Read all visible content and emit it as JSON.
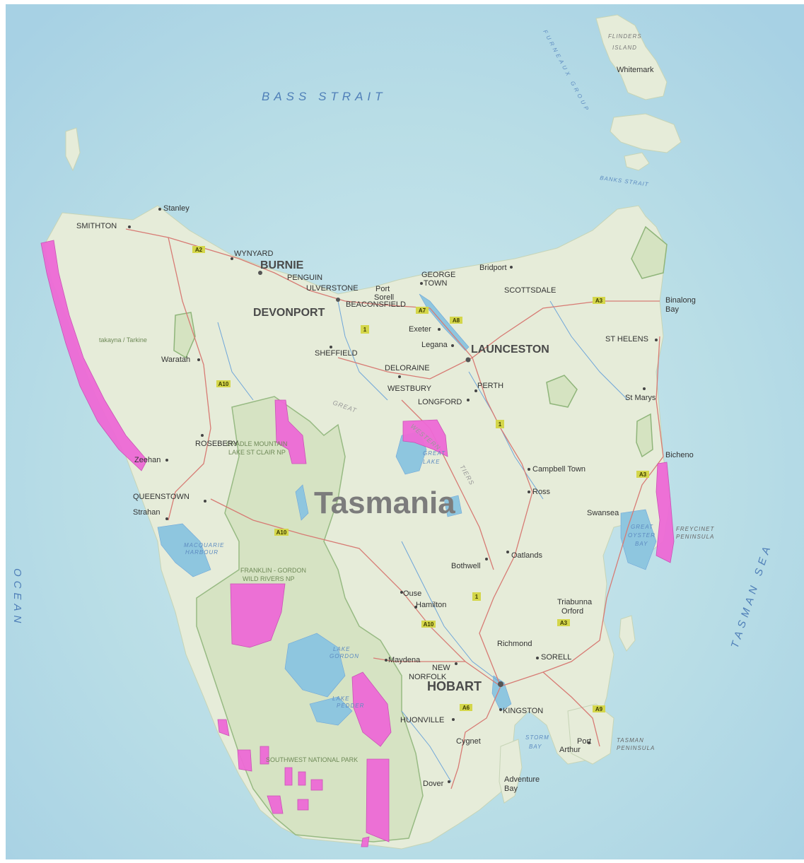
{
  "title": "Tasmania",
  "colors": {
    "ocean": "#b4dbe3",
    "land": "#e6ecd9",
    "park": "#d5e3c1",
    "park_border": "#8fb57a",
    "road": "#d77b74",
    "river": "#6fa6d9",
    "protected": "#ee6ad6",
    "shield": "#d4d64a"
  },
  "water_labels": {
    "bass_strait": "BASS STRAIT",
    "tasman_sea": "TASMAN SEA",
    "ocean": "OCEAN",
    "banks_strait": "BANKS STRAIT",
    "furneaux_group": "FURNEAUX GROUP",
    "macquarie_harbour": [
      "MACQUARIE",
      "HARBOUR"
    ],
    "great_oyster_bay": [
      "GREAT",
      "OYSTER",
      "BAY"
    ],
    "storm_bay": [
      "STORM",
      "BAY"
    ],
    "great_lake": [
      "GREAT",
      "LAKE"
    ],
    "lake_gordon": [
      "LAKE",
      "GORDON"
    ],
    "lake_pedder": [
      "LAKE",
      "PEDDER"
    ],
    "lake_st_clair": "LAKE ST CLAIR NP"
  },
  "region_labels": {
    "flinders_island": [
      "FLINDERS",
      "ISLAND"
    ],
    "freycinet_peninsula": [
      "FREYCINET",
      "PENINSULA"
    ],
    "tasman_peninsula": [
      "TASMAN",
      "PENINSULA"
    ],
    "great_western_tiers": [
      "GREAT",
      "WESTERN",
      "TIERS"
    ]
  },
  "parks": {
    "takayna": "takayna / Tarkine",
    "cradle": "CRADLE MOUNTAIN",
    "franklin": [
      "FRANKLIN - GORDON",
      "WILD RIVERS NP"
    ],
    "southwest": "SOUTHWEST NATIONAL PARK"
  },
  "cities": {
    "burnie": "BURNIE",
    "devonport": "DEVONPORT",
    "launceston": "LAUNCESTON",
    "hobart": "HOBART"
  },
  "towns": {
    "stanley": "Stanley",
    "smithton": "SMITHTON",
    "wynyard": "WYNYARD",
    "penguin": "PENGUIN",
    "ulverstone": "ULVERSTONE",
    "port_sorell": [
      "Port",
      "Sorell"
    ],
    "george_town": [
      "GEORGE",
      "TOWN"
    ],
    "beaconsfield": "BEACONSFIELD",
    "bridport": "Bridport",
    "scottsdale": "SCOTTSDALE",
    "binalong_bay": [
      "Binalong",
      "Bay"
    ],
    "st_helens": "ST HELENS",
    "exeter": "Exeter",
    "legana": "Legana",
    "sheffield": "SHEFFIELD",
    "deloraine": "DELORAINE",
    "westbury": "WESTBURY",
    "perth": "PERTH",
    "longford": "LONGFORD",
    "st_marys": "St Marys",
    "waratah": "Waratah",
    "rosebery": "ROSEBERY",
    "zeehan": "Zeehan",
    "queenstown": "QUEENSTOWN",
    "strahan": "Strahan",
    "bicheno": "Bicheno",
    "campbell_town": "Campbell Town",
    "ross": "Ross",
    "swansea": "Swansea",
    "whitemark": "Whitemark",
    "oatlands": "Oatlands",
    "bothwell": "Bothwell",
    "ouse": "Ouse",
    "hamilton": "Hamilton",
    "triabunna": [
      "Triabunna",
      "Orford"
    ],
    "richmond": "Richmond",
    "sorell": "SORELL",
    "maydena": "Maydena",
    "new_norfolk": [
      "NEW",
      "NORFOLK"
    ],
    "kingston": "KINGSTON",
    "huonville": "HUONVILLE",
    "cygnet": "Cygnet",
    "port_arthur": [
      "Port",
      "Arthur"
    ],
    "dover": "Dover",
    "adventure_bay": [
      "Adventure",
      "Bay"
    ]
  },
  "highway_shields": {
    "a2": "A2",
    "a7": "A7",
    "a8": "A8",
    "one_north": "1",
    "a3_ne": "A3",
    "a10_n": "A10",
    "one_mid": "1",
    "a3_e": "A3",
    "a10_w": "A10",
    "one_south": "1",
    "a10_s": "A10",
    "a3_se": "A3",
    "a6": "A6",
    "a9": "A9"
  }
}
